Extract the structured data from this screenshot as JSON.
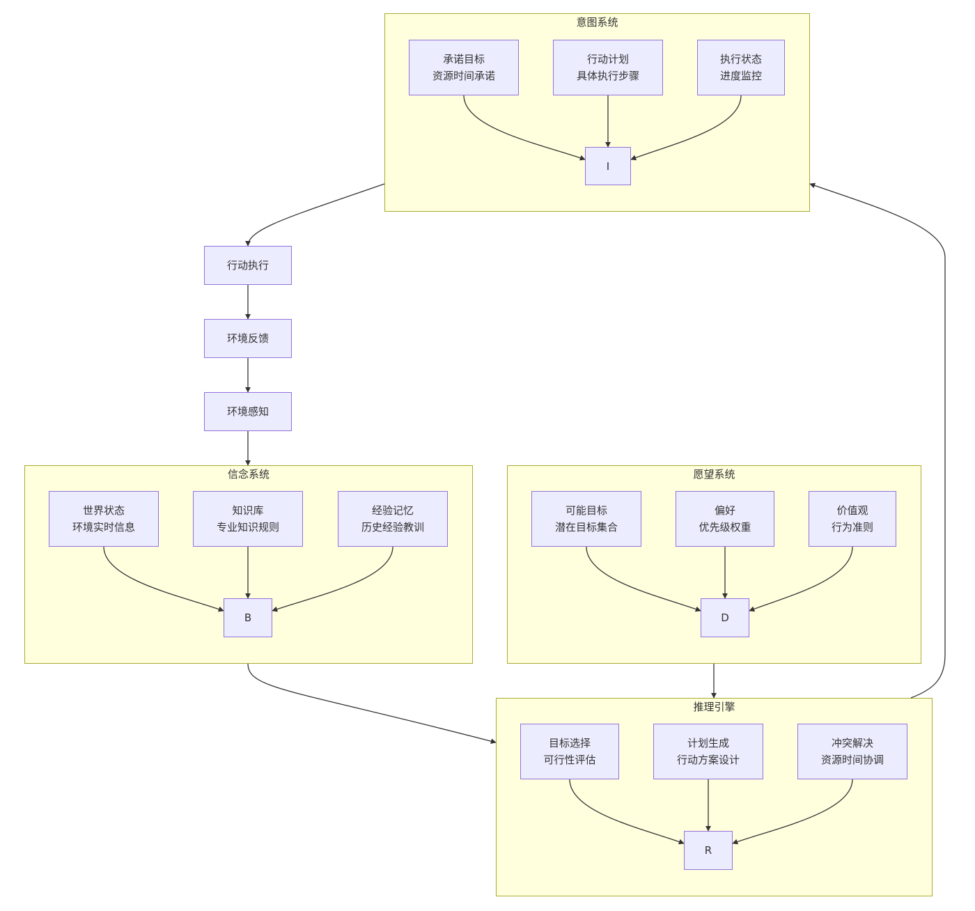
{
  "clusters": {
    "intent": {
      "title": "意图系统"
    },
    "belief": {
      "title": "信念系统"
    },
    "desire": {
      "title": "愿望系统"
    },
    "reasoning": {
      "title": "推理引擎"
    }
  },
  "nodes": {
    "commit_goal": {
      "line1": "承诺目标",
      "line2": "资源时间承诺"
    },
    "action_plan": {
      "line1": "行动计划",
      "line2": "具体执行步骤"
    },
    "exec_state": {
      "line1": "执行状态",
      "line2": "进度监控"
    },
    "intent_hub": {
      "line1": "I"
    },
    "action_exec": {
      "line1": "行动执行"
    },
    "env_feedback": {
      "line1": "环境反馈"
    },
    "env_perception": {
      "line1": "环境感知"
    },
    "world_state": {
      "line1": "世界状态",
      "line2": "环境实时信息"
    },
    "knowledge_base": {
      "line1": "知识库",
      "line2": "专业知识规则"
    },
    "experience": {
      "line1": "经验记忆",
      "line2": "历史经验教训"
    },
    "belief_hub": {
      "line1": "B"
    },
    "possible_goals": {
      "line1": "可能目标",
      "line2": "潜在目标集合"
    },
    "preference": {
      "line1": "偏好",
      "line2": "优先级权重"
    },
    "values": {
      "line1": "价值观",
      "line2": "行为准则"
    },
    "desire_hub": {
      "line1": "D"
    },
    "goal_select": {
      "line1": "目标选择",
      "line2": "可行性评估"
    },
    "plan_gen": {
      "line1": "计划生成",
      "line2": "行动方案设计"
    },
    "conflict": {
      "line1": "冲突解决",
      "line2": "资源时间协调"
    },
    "reasoning_hub": {
      "line1": "R"
    }
  }
}
